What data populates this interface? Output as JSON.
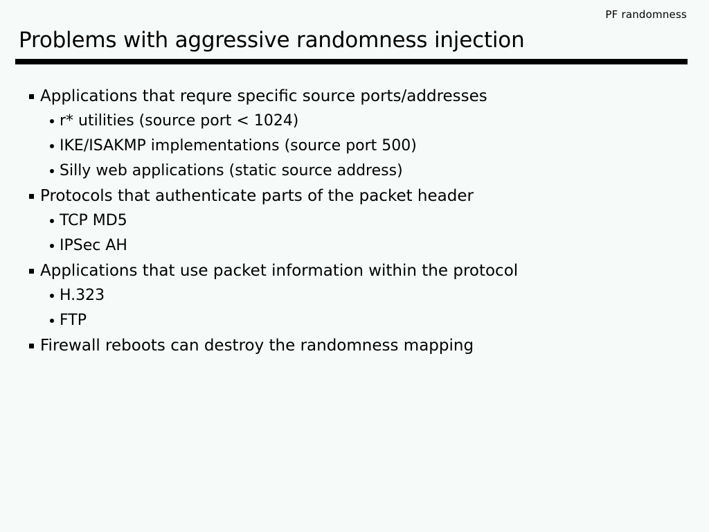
{
  "slide": {
    "running_head": "PF randomness",
    "title": "Problems with aggressive randomness injection",
    "colors": {
      "background": "#f6fbf9",
      "text": "#000000",
      "rule": "#000000"
    },
    "bullets": [
      {
        "level": 1,
        "marker": "square-bullet-icon",
        "text": "Applications that requre specific source ports/addresses"
      },
      {
        "level": 2,
        "marker": "round-bullet-icon",
        "text": "r* utilities (source port < 1024)"
      },
      {
        "level": 2,
        "marker": "round-bullet-icon",
        "text": "IKE/ISAKMP implementations (source port 500)"
      },
      {
        "level": 2,
        "marker": "round-bullet-icon",
        "text": "Silly web applications (static source address)"
      },
      {
        "level": 1,
        "marker": "square-bullet-icon",
        "text": "Protocols that authenticate parts of the packet header"
      },
      {
        "level": 2,
        "marker": "round-bullet-icon",
        "text": "TCP MD5"
      },
      {
        "level": 2,
        "marker": "round-bullet-icon",
        "text": "IPSec AH"
      },
      {
        "level": 1,
        "marker": "square-bullet-icon",
        "text": "Applications that use packet information within the protocol"
      },
      {
        "level": 2,
        "marker": "round-bullet-icon",
        "text": "H.323"
      },
      {
        "level": 2,
        "marker": "round-bullet-icon",
        "text": "FTP"
      },
      {
        "level": 1,
        "marker": "square-bullet-icon",
        "text": "Firewall reboots can destroy the randomness mapping"
      }
    ]
  }
}
